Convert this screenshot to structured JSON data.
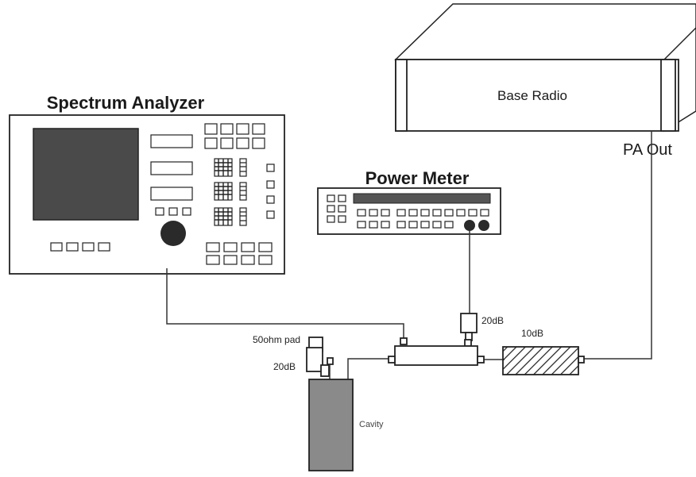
{
  "labels": {
    "spectrum_analyzer": "Spectrum Analyzer",
    "base_radio": "Base Radio",
    "pa_out": "PA Out",
    "power_meter": "Power Meter",
    "pad_50ohm": "50ohm pad",
    "atten_20db_pad": "20dB",
    "atten_20db_coupler": "20dB",
    "atten_10db": "10dB",
    "cavity": "Cavity"
  },
  "colors": {
    "screen": "#4a4a4a",
    "cavity": "#8a8a8a",
    "display": "#555555",
    "knob": "#2a2a2a"
  }
}
